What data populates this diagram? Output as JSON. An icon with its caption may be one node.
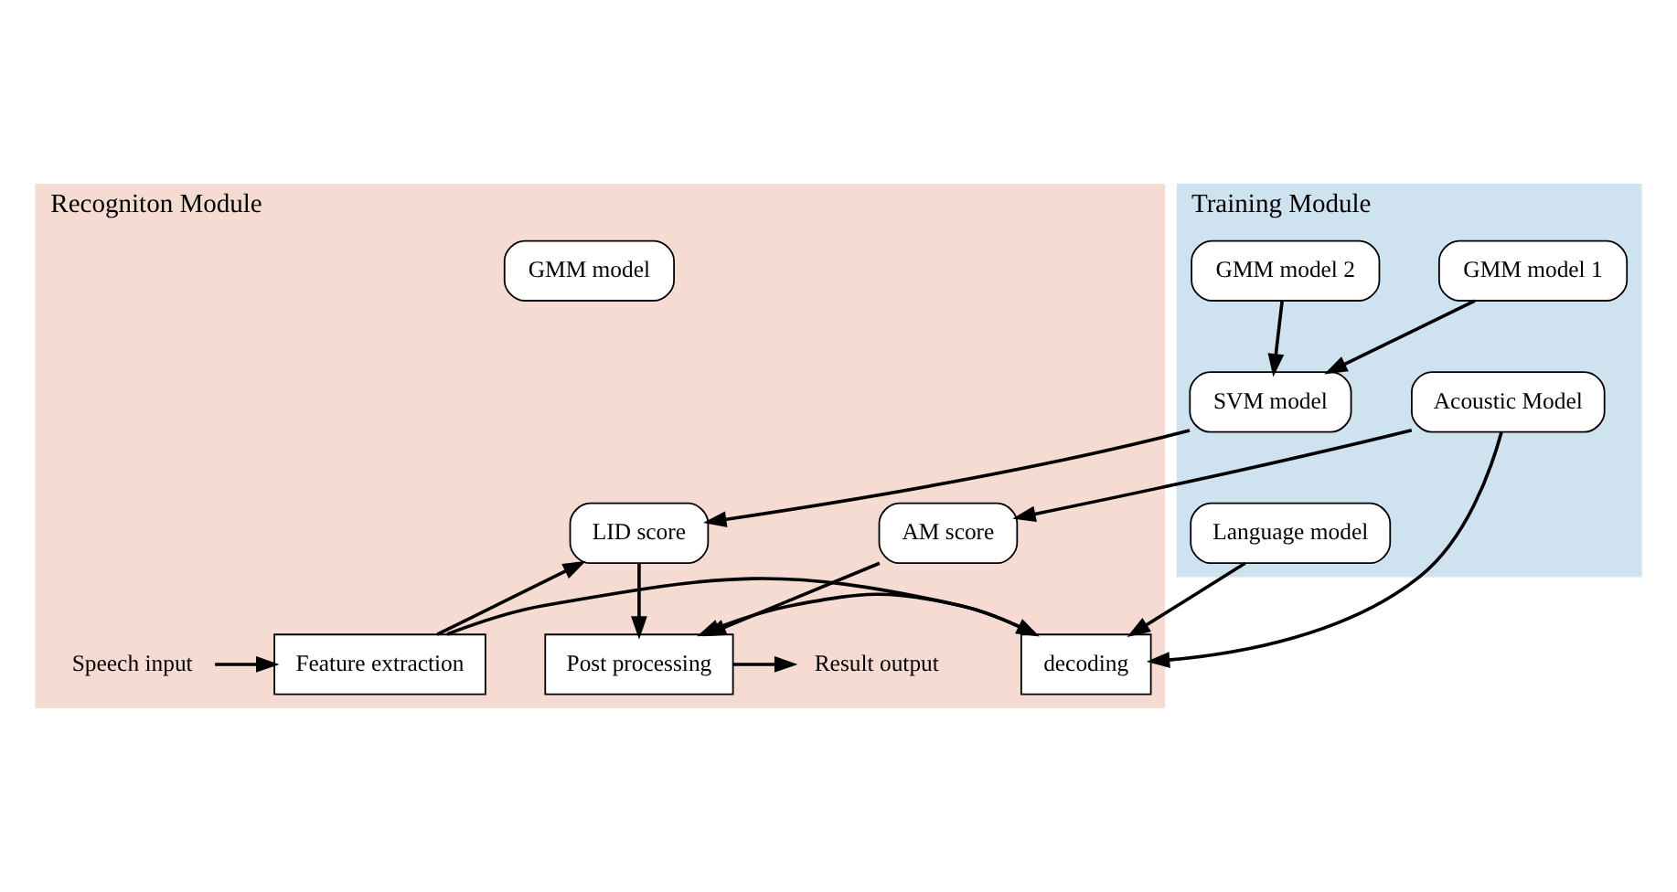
{
  "diagram": {
    "nodes": [
      {
        "text": [
          "Training Module"
        ]
      },
      {
        "text": [
          "Acoustic Model"
        ],
        "in": 0
      },
      {
        "text": [
          "Language model"
        ],
        "in": 0
      },
      {
        "text": [
          "GMM model 1"
        ],
        "in": 0
      },
      {
        "text": [
          "GMM model 2"
        ],
        "in": 0
      },
      {
        "text": [
          "SVM model"
        ],
        "in": 0
      },
      {
        "text": [
          "Recogniton Module"
        ]
      },
      {
        "text": [
          "GMM model"
        ],
        "in": 6
      },
      {
        "text": [
          "AM score"
        ],
        "in": 6
      },
      {
        "text": [
          "LID score"
        ],
        "in": 6
      },
      {
        "text": [
          "Speech input"
        ],
        "in": 6
      },
      {
        "text": [
          "Feature extraction"
        ],
        "in": 6
      },
      {
        "text": [
          "decoding"
        ],
        "in": 6
      },
      {
        "text": [
          "Post processing"
        ],
        "in": 6
      },
      {
        "text": [
          "Result output"
        ],
        "in": 6
      }
    ],
    "edges": [
      {
        "from": 1,
        "to": 12,
        "arrow": "to"
      },
      {
        "from": 1,
        "to": 8,
        "arrow": "to"
      },
      {
        "from": 2,
        "to": 12,
        "arrow": "to"
      },
      {
        "from": 3,
        "to": 5,
        "arrow": "to"
      },
      {
        "from": 4,
        "to": 5,
        "arrow": "to"
      },
      {
        "from": 5,
        "to": 9,
        "arrow": "to"
      },
      {
        "from": 11,
        "to": 9,
        "arrow": "to"
      },
      {
        "from": 10,
        "to": 11,
        "arrow": "to"
      },
      {
        "from": 11,
        "to": 12,
        "arrow": "to"
      },
      {
        "from": 12,
        "to": 13,
        "arrow": "to"
      },
      {
        "from": 8,
        "to": 13,
        "arrow": "to"
      },
      {
        "from": 9,
        "to": 13,
        "arrow": "to"
      },
      {
        "from": 13,
        "to": 14,
        "arrow": "to"
      }
    ]
  }
}
